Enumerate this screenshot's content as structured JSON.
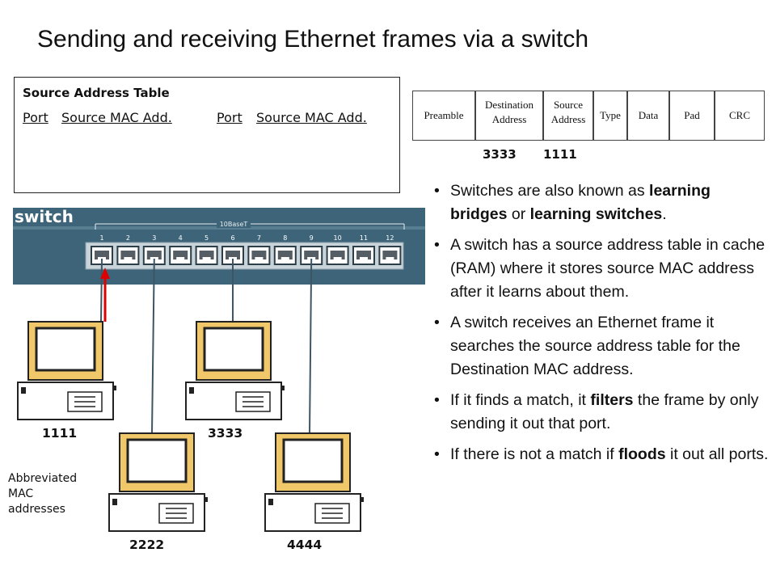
{
  "title": "Sending and receiving Ethernet frames via a switch",
  "source_table": {
    "title": "Source Address Table",
    "columns": [
      "Port",
      "Source MAC Add.",
      "Port",
      "Source MAC Add."
    ]
  },
  "frame": {
    "fields": [
      {
        "lines": [
          "Preamble"
        ]
      },
      {
        "lines": [
          "Destination",
          "Address"
        ]
      },
      {
        "lines": [
          "Source",
          "Address"
        ]
      },
      {
        "lines": [
          "Type"
        ]
      },
      {
        "lines": [
          "Data"
        ]
      },
      {
        "lines": [
          "Pad"
        ]
      },
      {
        "lines": [
          "CRC"
        ]
      }
    ],
    "dest_value": "3333",
    "src_value": "1111"
  },
  "switch": {
    "label": "switch",
    "model": "10BaseT",
    "ports": [
      "1",
      "2",
      "3",
      "4",
      "5",
      "6",
      "7",
      "8",
      "9",
      "10",
      "11",
      "12"
    ]
  },
  "hosts": [
    {
      "label": "1111",
      "port": "1"
    },
    {
      "label": "2222",
      "port": "3"
    },
    {
      "label": "3333",
      "port": "6"
    },
    {
      "label": "4444",
      "port": "9"
    }
  ],
  "note": [
    "Abbreviated",
    "MAC",
    "addresses"
  ],
  "bullets": [
    [
      {
        "t": "Switches are also known as "
      },
      {
        "t": "learning bridges",
        "b": true
      },
      {
        "t": " or "
      },
      {
        "t": "learning switches",
        "b": true
      },
      {
        "t": "."
      }
    ],
    [
      {
        "t": "A switch has a source address table in cache (RAM) where it stores source MAC address after it learns about them."
      }
    ],
    [
      {
        "t": "A switch receives an Ethernet frame it searches the source address table for the Destination MAC address."
      }
    ],
    [
      {
        "t": "If it finds a match, it "
      },
      {
        "t": "filters",
        "b": true
      },
      {
        "t": " the frame by only sending it out that port."
      }
    ],
    [
      {
        "t": "If there is not a match if "
      },
      {
        "t": "floods",
        "b": true
      },
      {
        "t": " it out all ports."
      }
    ]
  ],
  "colors": {
    "switch_body": "#3d6478",
    "arrow": "#dd0000",
    "monitor": "#f0c86a",
    "cable": "#3d5564"
  }
}
